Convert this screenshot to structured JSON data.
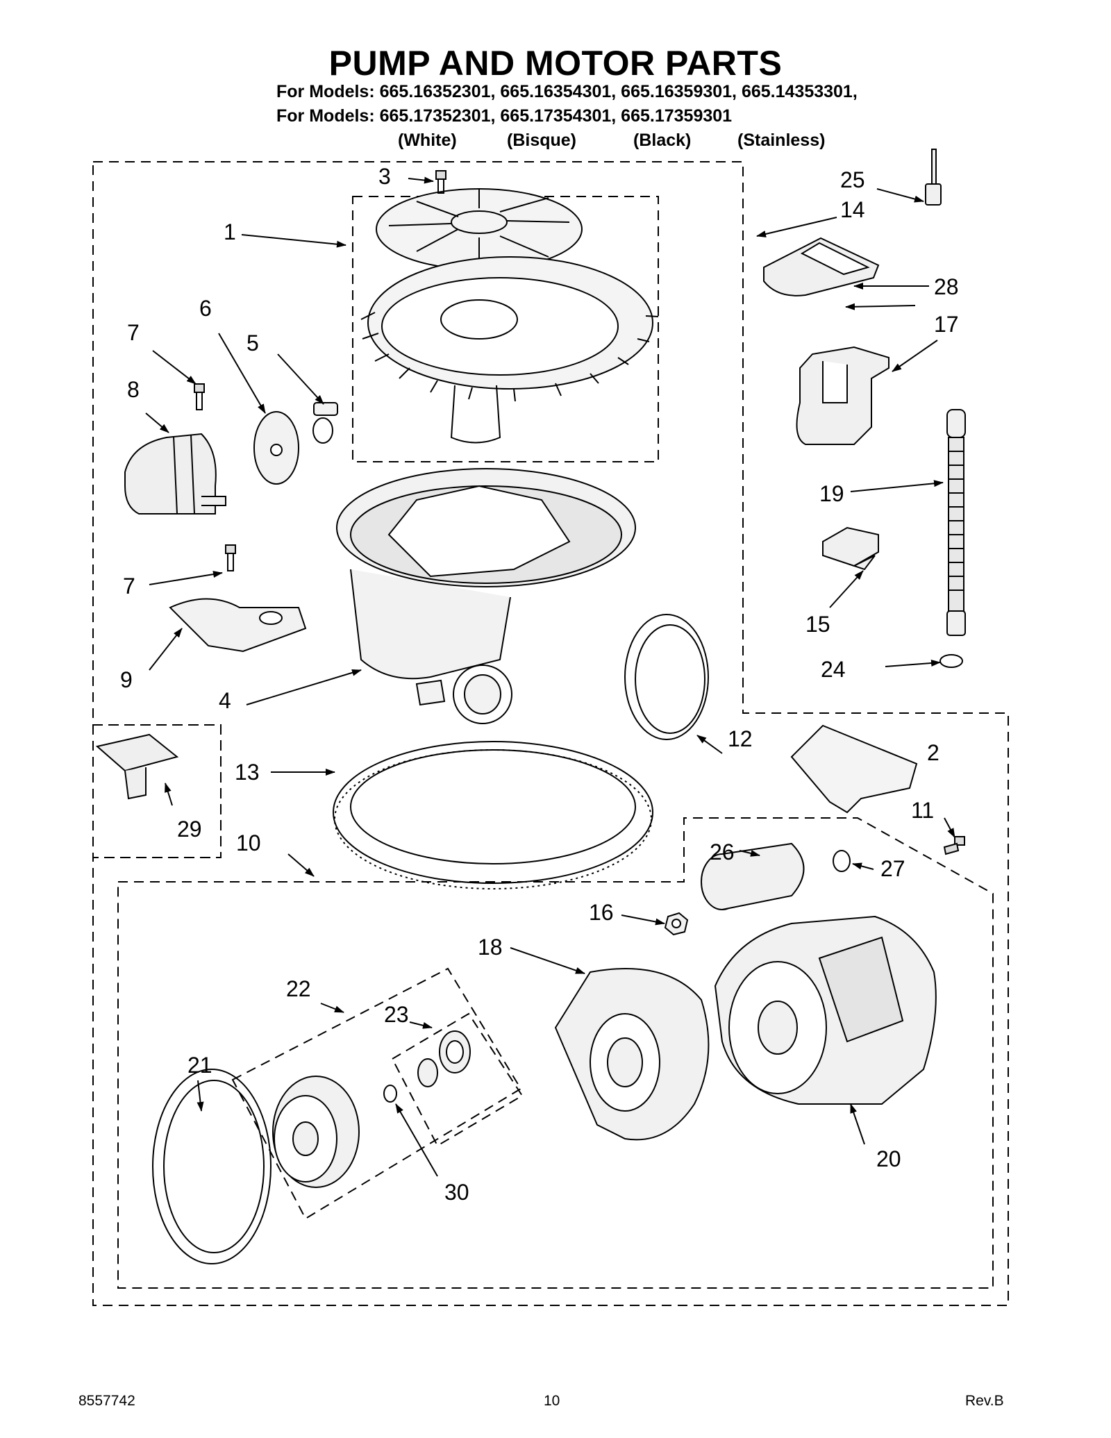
{
  "header": {
    "title": "PUMP AND MOTOR PARTS",
    "models_line1": "For Models: 665.16352301, 665.16354301, 665.16359301, 665.14353301,",
    "models_line2": "For Models: 665.17352301, 665.17354301, 665.17359301",
    "finishes": [
      "(White)",
      "(Bisque)",
      "(Black)",
      "(Stainless)"
    ]
  },
  "callouts": {
    "c1": "1",
    "c2": "2",
    "c3": "3",
    "c4": "4",
    "c5": "5",
    "c6": "6",
    "c7a": "7",
    "c7b": "7",
    "c8": "8",
    "c9": "9",
    "c10": "10",
    "c11": "11",
    "c12": "12",
    "c13": "13",
    "c14": "14",
    "c15": "15",
    "c16": "16",
    "c17": "17",
    "c18": "18",
    "c19": "19",
    "c20": "20",
    "c21": "21",
    "c22": "22",
    "c23": "23",
    "c24": "24",
    "c25": "25",
    "c26": "26",
    "c27": "27",
    "c28": "28",
    "c29": "29",
    "c30": "30"
  },
  "footer": {
    "doc_number": "8557742",
    "page_number": "10",
    "revision": "Rev.B"
  }
}
